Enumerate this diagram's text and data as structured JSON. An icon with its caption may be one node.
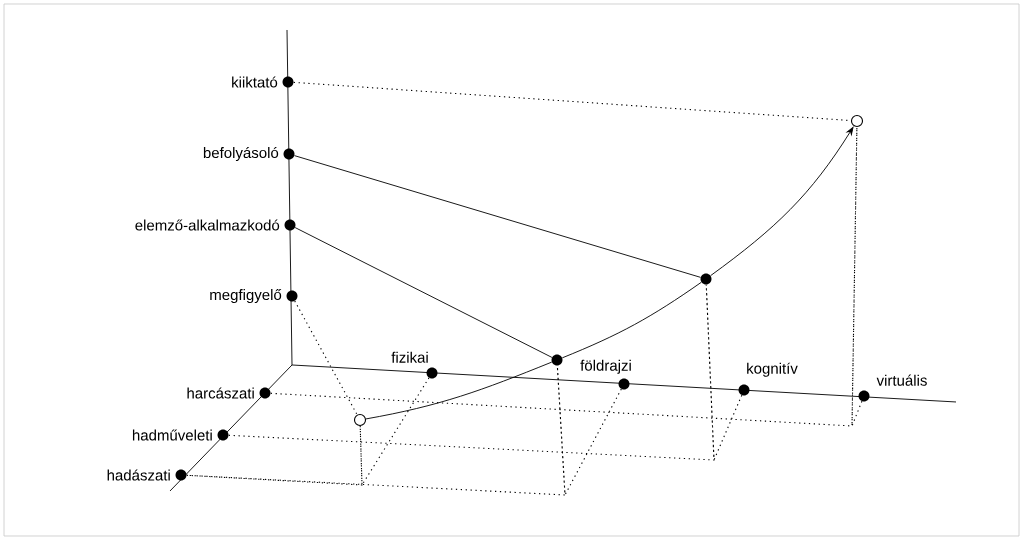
{
  "diagram": {
    "nodes": [
      {
        "text": [],
        "shape": "dot",
        "beside": [
          "kiiktató"
        ]
      },
      {
        "text": [],
        "shape": "dot",
        "beside": [
          "befolyásoló"
        ]
      },
      {
        "text": [],
        "shape": "dot",
        "beside": [
          "elemző-alkalmazkodó"
        ]
      },
      {
        "text": [],
        "shape": "dot",
        "beside": [
          "megfigyelő"
        ]
      },
      {
        "text": [],
        "shape": "dot",
        "beside": [
          "fizikai"
        ]
      },
      {
        "text": [],
        "shape": "dot",
        "beside": [
          "földrajzi"
        ]
      },
      {
        "text": [],
        "shape": "dot",
        "beside": [
          "kognitív"
        ]
      },
      {
        "text": [],
        "shape": "dot",
        "beside": [
          "virtuális"
        ]
      },
      {
        "text": [],
        "shape": "dot",
        "beside": [
          "harcászati"
        ]
      },
      {
        "text": [],
        "shape": "dot",
        "beside": [
          "hadműveleti"
        ]
      },
      {
        "text": [],
        "shape": "dot",
        "beside": [
          "hadászati"
        ]
      },
      {
        "text": [],
        "shape": "circle"
      },
      {
        "text": [],
        "shape": "dot"
      },
      {
        "text": [],
        "shape": "dot"
      },
      {
        "text": [],
        "shape": "circle"
      }
    ],
    "edges": [
      {
        "from": 1,
        "to": 13,
        "arrow": "none"
      },
      {
        "from": 2,
        "to": 12,
        "arrow": "none"
      },
      {
        "from": 11,
        "to": 12,
        "arrow": "none"
      },
      {
        "from": 12,
        "to": 13,
        "arrow": "none"
      },
      {
        "from": 13,
        "to": 14,
        "arrow": "to"
      },
      {
        "from": 0,
        "to": 14,
        "arrow": "none",
        "style": "dashed"
      },
      {
        "from": 3,
        "to": 11,
        "arrow": "none",
        "style": "dashed"
      },
      {
        "from": 11,
        "to": 10,
        "arrow": "none",
        "style": "dashed"
      },
      {
        "from": 4,
        "to": 11,
        "arrow": "none",
        "style": "dashed"
      },
      {
        "from": 10,
        "to": 12,
        "arrow": "none",
        "style": "dashed"
      },
      {
        "from": 5,
        "to": 12,
        "arrow": "none",
        "style": "dashed"
      },
      {
        "from": 9,
        "to": 13,
        "arrow": "none",
        "style": "dashed"
      },
      {
        "from": 6,
        "to": 13,
        "arrow": "none",
        "style": "dashed"
      },
      {
        "from": 8,
        "to": 14,
        "arrow": "none",
        "style": "dashed"
      },
      {
        "from": 7,
        "to": 14,
        "arrow": "none",
        "style": "dashed"
      }
    ]
  }
}
